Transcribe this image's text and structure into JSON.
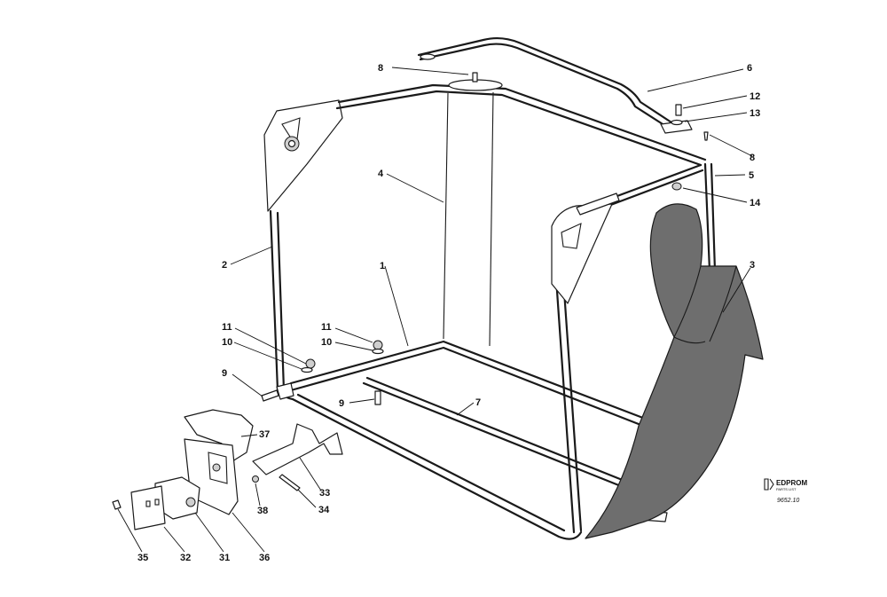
{
  "callouts": [
    {
      "id": "c8a",
      "label": "8"
    },
    {
      "id": "c6",
      "label": "6"
    },
    {
      "id": "c12",
      "label": "12"
    },
    {
      "id": "c13",
      "label": "13"
    },
    {
      "id": "c8b",
      "label": "8"
    },
    {
      "id": "c5",
      "label": "5"
    },
    {
      "id": "c4",
      "label": "4"
    },
    {
      "id": "c14",
      "label": "14"
    },
    {
      "id": "c2",
      "label": "2"
    },
    {
      "id": "c1",
      "label": "1"
    },
    {
      "id": "c3",
      "label": "3"
    },
    {
      "id": "c11a",
      "label": "11"
    },
    {
      "id": "c10a",
      "label": "10"
    },
    {
      "id": "c11b",
      "label": "11"
    },
    {
      "id": "c10b",
      "label": "10"
    },
    {
      "id": "c9a",
      "label": "9"
    },
    {
      "id": "c9b",
      "label": "9"
    },
    {
      "id": "c7",
      "label": "7"
    },
    {
      "id": "c37",
      "label": "37"
    },
    {
      "id": "c33",
      "label": "33"
    },
    {
      "id": "c38",
      "label": "38"
    },
    {
      "id": "c34",
      "label": "34"
    },
    {
      "id": "c35",
      "label": "35"
    },
    {
      "id": "c32",
      "label": "32"
    },
    {
      "id": "c31",
      "label": "31"
    },
    {
      "id": "c36",
      "label": "36"
    }
  ],
  "logo": {
    "brand": "EDPROM",
    "sub": "PARTS LIST",
    "code": "9652.10"
  },
  "colors": {
    "ink": "#1a1a1a",
    "bag": "#6e6e6e",
    "paper": "#ffffff"
  }
}
